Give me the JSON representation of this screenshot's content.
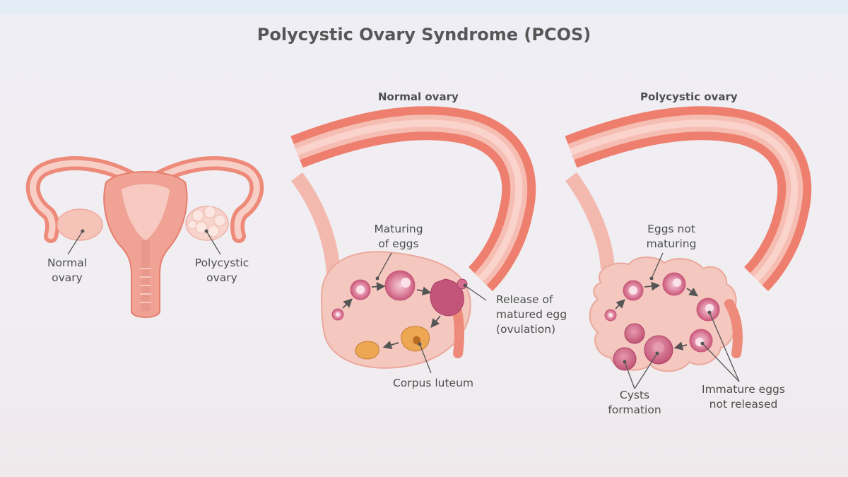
{
  "title": "Polycystic Ovary Syndrome (PCOS)",
  "panels": {
    "normal": {
      "title": "Normal ovary"
    },
    "polycystic": {
      "title": "Polycystic ovary"
    }
  },
  "labels": {
    "uterus_normal_l1": "Normal",
    "uterus_normal_l2": "ovary",
    "uterus_poly_l1": "Polycystic",
    "uterus_poly_l2": "ovary",
    "maturing_l1": "Maturing",
    "maturing_l2": "of eggs",
    "release_l1": "Release of",
    "release_l2": "matured egg",
    "release_l3": "(ovulation)",
    "corpus": "Corpus luteum",
    "not_maturing_l1": "Eggs not",
    "not_maturing_l2": "maturing",
    "cysts_l1": "Cysts",
    "cysts_l2": "formation",
    "immature_l1": "Immature eggs",
    "immature_l2": "not released"
  },
  "colors": {
    "tube_outer": "#ee7f6e",
    "tube_inner": "#f6bdb3",
    "tissue": "#f4c7bf",
    "egg": "#d36c8c",
    "corpus": "#eda652",
    "arrow": "#555555"
  }
}
